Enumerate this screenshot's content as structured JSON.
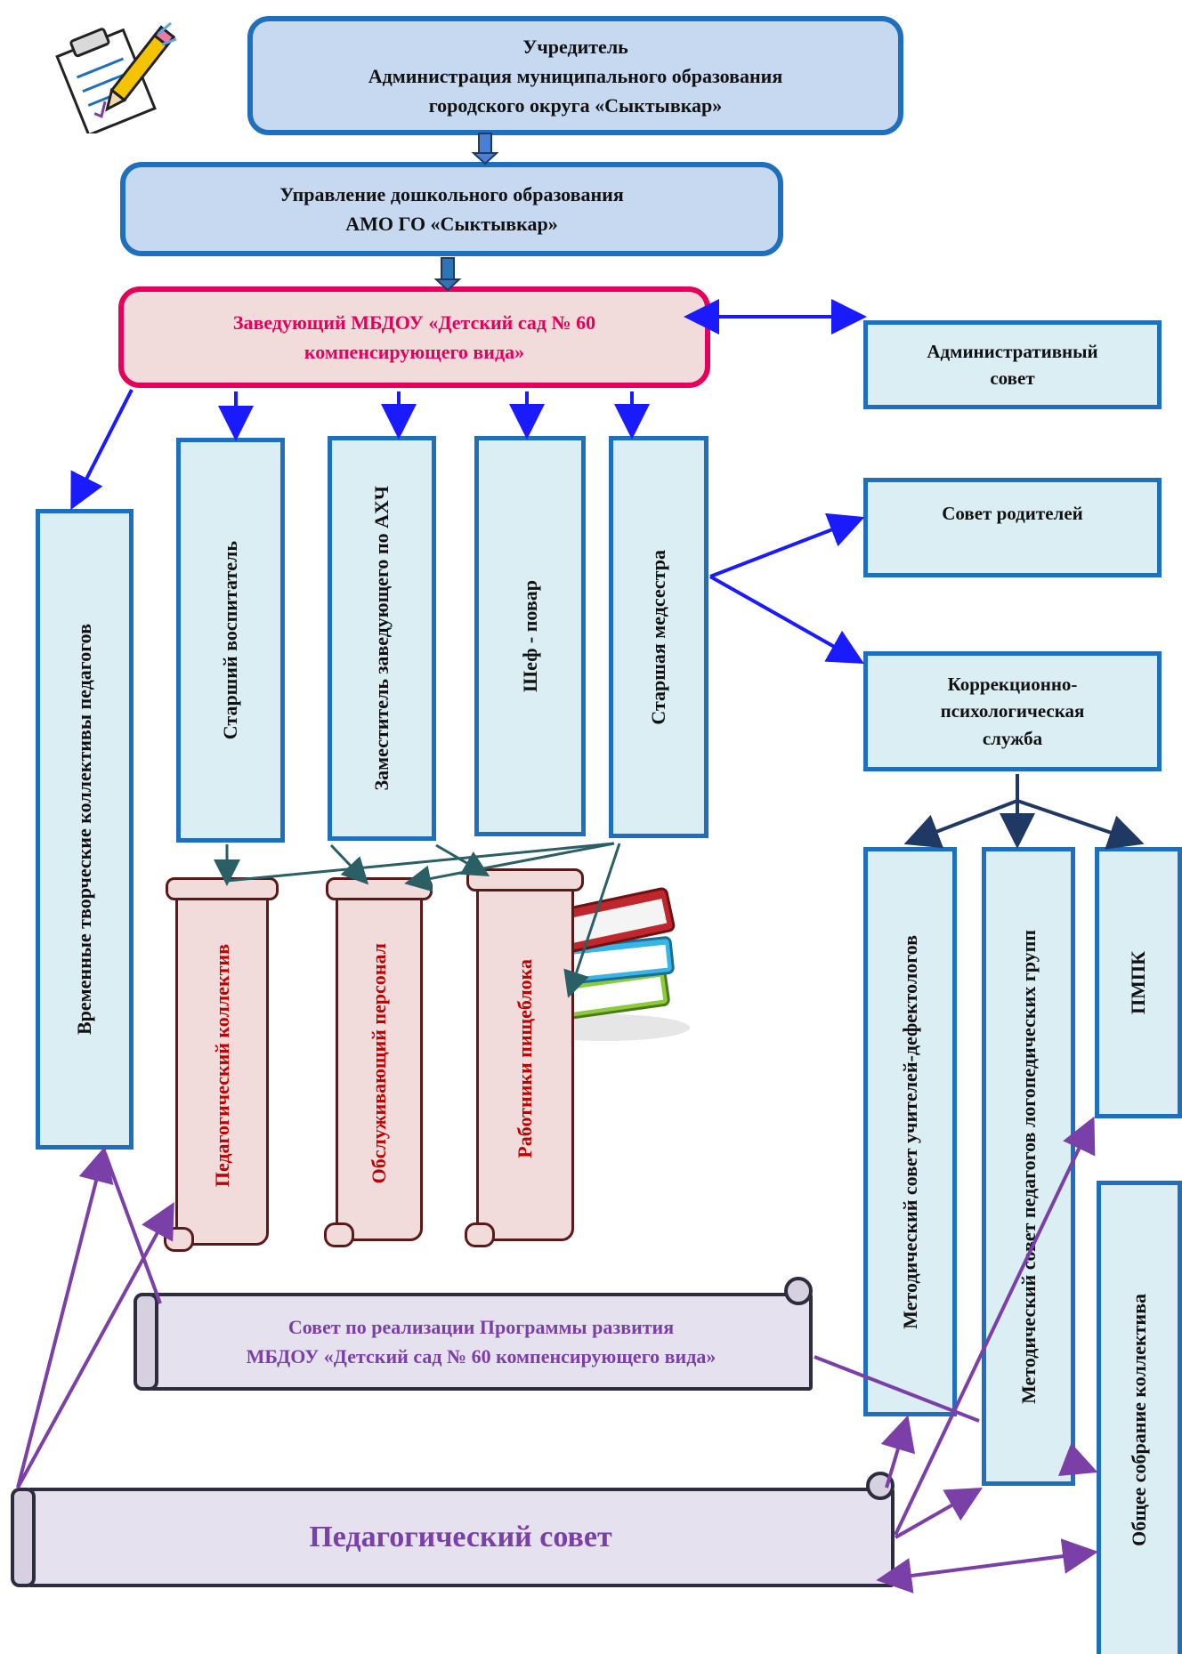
{
  "founder": {
    "line1": "Учредитель",
    "line2": "Администрация муниципального образования",
    "line3": "городского округа «Сыктывкар»"
  },
  "department": {
    "line1": "Управление дошкольного образования",
    "line2": "АМО ГО «Сыктывкар»"
  },
  "head": {
    "line1": "Заведующий МБДОУ «Детский сад № 60",
    "line2": "компенсирующего вида»"
  },
  "admin_council": {
    "line1": "Административный",
    "line2": "совет"
  },
  "parents_council": {
    "label": "Совет родителей"
  },
  "correction_service": {
    "line1": "Коррекционно-",
    "line2": "психологическая",
    "line3": "служба"
  },
  "staff_columns": {
    "temporary_teams": "Временные творческие коллективы педагогов",
    "senior_educator": "Старший воспитатель",
    "deputy_ahch": "Заместитель заведующего по АХЧ",
    "chef": "Шеф - повар",
    "senior_nurse": "Старшая медсестра"
  },
  "scrolls": {
    "teaching_staff": "Педагогический коллектив",
    "service_staff": "Обслуживающий персонал",
    "kitchen_staff": "Работники пищеблока"
  },
  "right_columns": {
    "defectologists_council": "Методический совет учителей-дефектологов",
    "speech_council": "Методический совет педагогов логопедических групп",
    "pmpk": "ПМПК",
    "general_meeting": "Общее собрание коллектива"
  },
  "program_council": {
    "line1": "Совет по реализации Программы развития",
    "line2": "МБДОУ «Детский сад № 60 компенсирующего вида»"
  },
  "pedagogical_council": {
    "label": "Педагогический совет"
  },
  "colors": {
    "blue_border": "#1f6fbf",
    "arrow_blue": "#1a1aff",
    "arrow_teal": "#2b5f66",
    "arrow_purple": "#7b3fa8",
    "head_pink": "#e6005c",
    "scroll_red": "#c00000"
  },
  "icons": [
    "notepad-pencil-icon",
    "books-stack-icon"
  ]
}
